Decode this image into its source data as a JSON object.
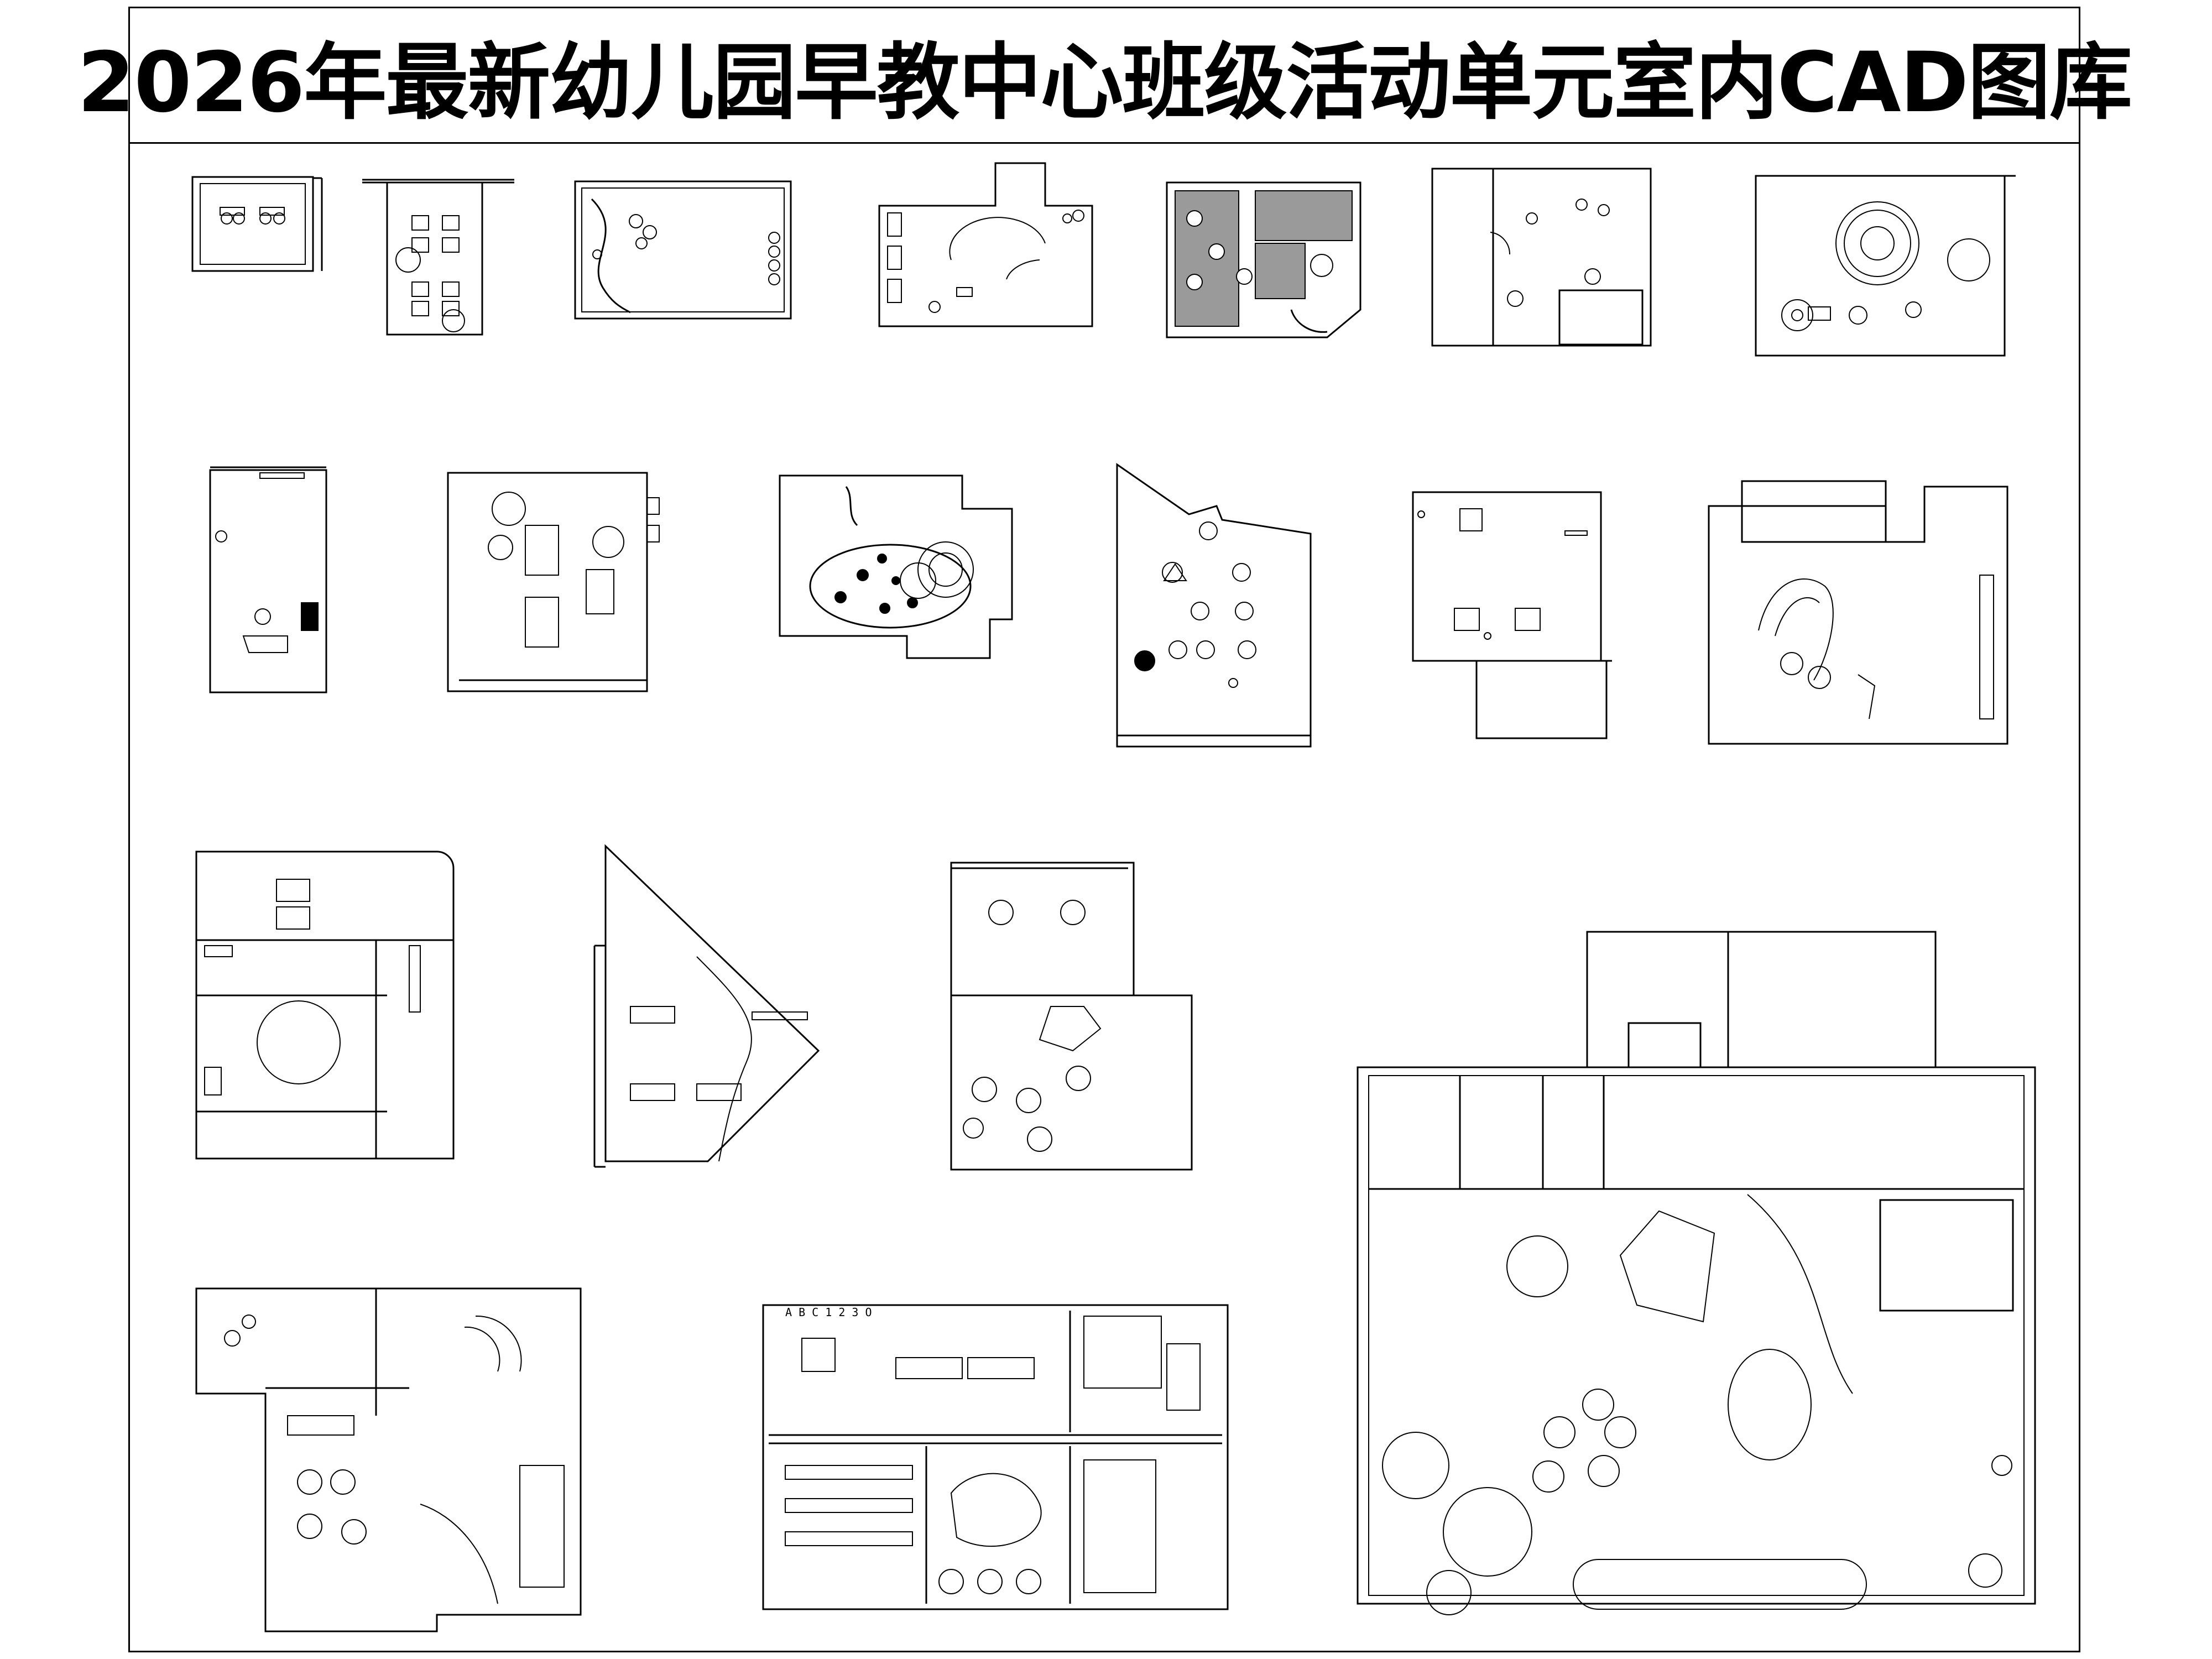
{
  "page": {
    "title": "2026年最新幼儿园早教中心班级活动单元室内CAD图库"
  },
  "plans": [
    {
      "id": "plan-1"
    },
    {
      "id": "plan-2"
    },
    {
      "id": "plan-3"
    },
    {
      "id": "plan-4"
    },
    {
      "id": "plan-5"
    },
    {
      "id": "plan-6"
    },
    {
      "id": "plan-7"
    },
    {
      "id": "plan-8"
    },
    {
      "id": "plan-9"
    },
    {
      "id": "plan-10"
    },
    {
      "id": "plan-11"
    },
    {
      "id": "plan-12"
    },
    {
      "id": "plan-13"
    },
    {
      "id": "plan-14"
    },
    {
      "id": "plan-15"
    },
    {
      "id": "plan-16"
    },
    {
      "id": "plan-17"
    },
    {
      "id": "plan-18"
    },
    {
      "id": "plan-19"
    }
  ],
  "annotations": {
    "alphabet_strip": "A B C 1 2 3 O"
  },
  "colors": {
    "line": "#000000",
    "background": "#ffffff",
    "hatch": "#9a9a9a"
  }
}
